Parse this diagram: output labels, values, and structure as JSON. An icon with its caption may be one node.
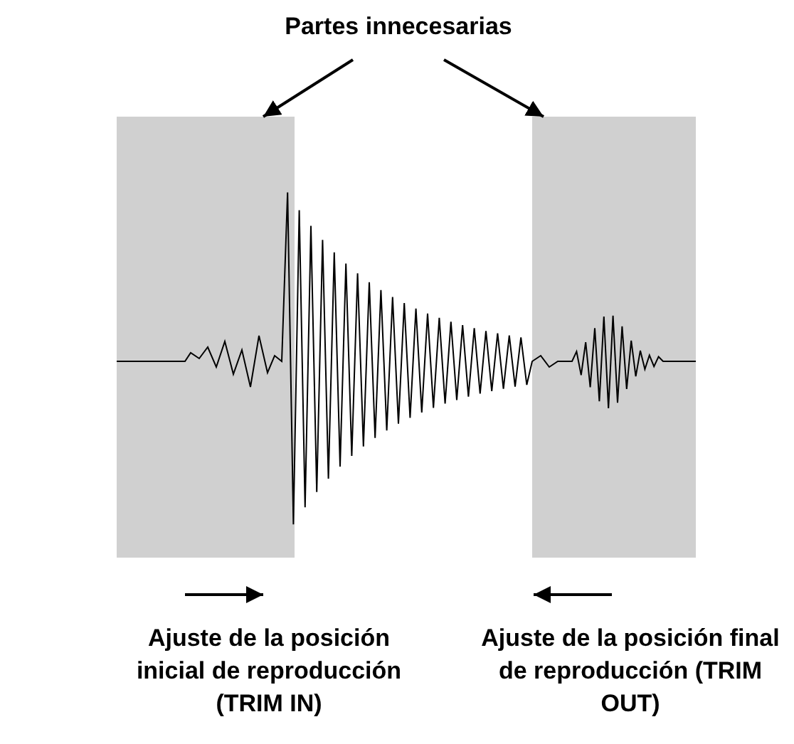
{
  "diagram": {
    "nodes": [
      {
        "text": [
          "Partes innecesarias"
        ]
      },
      {
        "text": [],
        "shape": "box"
      },
      {
        "text": [],
        "shape": "box"
      }
    ],
    "edges": [
      {
        "from": 0,
        "to": 1,
        "arrow": "to"
      },
      {
        "from": 0,
        "to": 2,
        "arrow": "to"
      }
    ],
    "labels": [
      "Ajuste de la posición inicial de reproducción (TRIM IN)",
      "Ajuste de la posición final de reproducción (TRIM OUT)"
    ]
  }
}
